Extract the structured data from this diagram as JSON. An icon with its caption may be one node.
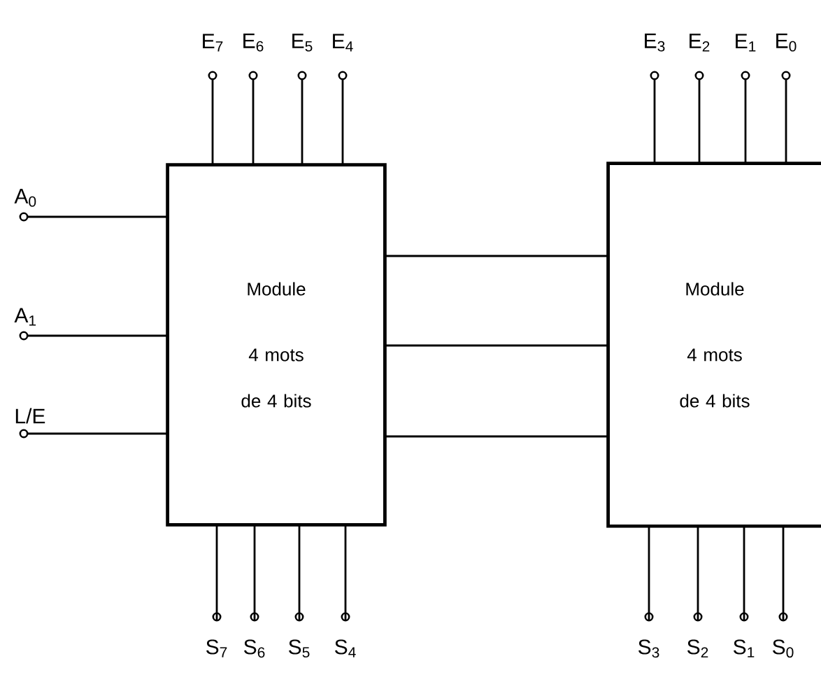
{
  "diagram": {
    "nodes": [
      {
        "text": [
          "E$_{7}$"
        ]
      },
      {
        "text": [
          "E$_{6}$"
        ]
      },
      {
        "text": [
          "E$_{5}$"
        ]
      },
      {
        "text": [
          "E$_{4}$"
        ]
      },
      {
        "text": [
          "E$_{3}$"
        ]
      },
      {
        "text": [
          "E$_{2}$"
        ]
      },
      {
        "text": [
          "E$_{1}$"
        ]
      },
      {
        "text": [
          "E$_{0}$"
        ]
      },
      {
        "text": [
          "A$_{0}$"
        ]
      },
      {
        "text": [
          "Module",
          "4 mots de 4 bits"
        ]
      },
      {
        "text": [
          "Module",
          "4 mots de 4 bits"
        ]
      },
      {
        "text": [
          "A$_{1}$"
        ]
      },
      {
        "text": [
          "L/E"
        ]
      },
      {
        "text": [
          "S$_{7}$"
        ]
      },
      {
        "text": [
          "S$_{6}$"
        ]
      },
      {
        "text": [
          "S$_{5}$"
        ]
      },
      {
        "text": [
          "S$_{4}$"
        ]
      },
      {
        "text": [
          "S$_{3}$"
        ]
      },
      {
        "text": [
          "S$_{2}$"
        ]
      },
      {
        "text": [
          "S$_{1}$"
        ]
      },
      {
        "text": [
          "S$_{0}$"
        ]
      }
    ],
    "edges": [
      {
        "from": 0,
        "to": 9,
        "arrow": "none"
      },
      {
        "from": 1,
        "to": 9,
        "arrow": "none"
      },
      {
        "from": 2,
        "to": 9,
        "arrow": "none"
      },
      {
        "from": 3,
        "to": 9,
        "arrow": "none"
      },
      {
        "from": 4,
        "to": 10,
        "arrow": "none"
      },
      {
        "from": 5,
        "to": 10,
        "arrow": "none"
      },
      {
        "from": 6,
        "to": 10,
        "arrow": "none"
      },
      {
        "from": 7,
        "to": 10,
        "arrow": "none"
      },
      {
        "from": 8,
        "to": 9,
        "arrow": "none"
      },
      {
        "from": 11,
        "to": 9,
        "arrow": "none"
      },
      {
        "from": 12,
        "to": 9,
        "arrow": "none"
      },
      {
        "from": 9,
        "to": 10,
        "arrow": "none"
      },
      {
        "from": 9,
        "to": 10,
        "arrow": "none"
      },
      {
        "from": 9,
        "to": 10,
        "arrow": "none"
      },
      {
        "from": 13,
        "to": 9,
        "arrow": "none"
      },
      {
        "from": 14,
        "to": 9,
        "arrow": "none"
      },
      {
        "from": 15,
        "to": 9,
        "arrow": "none"
      },
      {
        "from": 16,
        "to": 9,
        "arrow": "none"
      },
      {
        "from": 17,
        "to": 10,
        "arrow": "none"
      },
      {
        "from": 18,
        "to": 10,
        "arrow": "none"
      },
      {
        "from": 19,
        "to": 10,
        "arrow": "none"
      },
      {
        "from": 20,
        "to": 10,
        "arrow": "none"
      }
    ]
  }
}
